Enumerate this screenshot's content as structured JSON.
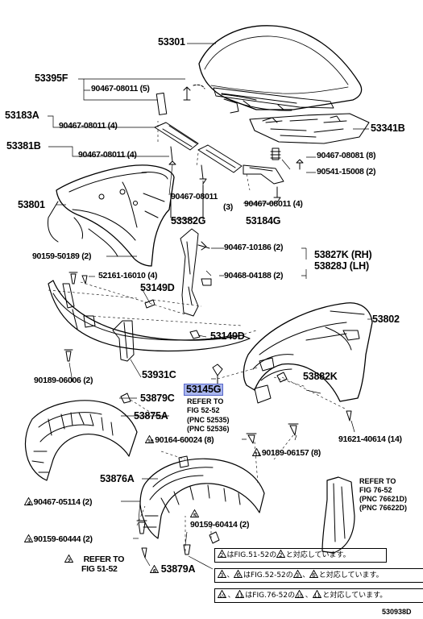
{
  "diagram_id": "530938D",
  "labels": {
    "p53301": "53301",
    "p53395f": "53395F",
    "p53183a": "53183A",
    "p53381b": "53381B",
    "p53801": "53801",
    "p53341b": "53341B",
    "p53382g": "53382G",
    "p53184g": "53184G",
    "p53149d_a": "53149D",
    "p53149d_b": "53149D",
    "p53827k": "53827K (RH)",
    "p53828j": "53828J (LH)",
    "p53802": "53802",
    "p53882k": "53882K",
    "p53931c": "53931C",
    "p53145g": "53145G",
    "p53879c": "53879C",
    "p53875a": "53875A",
    "p53876a": "53876A",
    "p53879a": "53879A"
  },
  "fasteners": {
    "f1": "90467-08011 (5)",
    "f2": "90467-08011 (4)",
    "f3": "90467-08011 (4)",
    "f4": "90467-08081 (8)",
    "f5": "90541-15008 (2)",
    "f6a": "90467-08011",
    "f6b": "(3)",
    "f7": "90467-08011 (4)",
    "f8": "90467-10186 (2)",
    "f9": "90468-04188 (2)",
    "f10": "90159-50189 (2)",
    "f11": "52161-16010 (4)",
    "f12": "90189-06006 (2)",
    "f13": "90164-60024 (8)",
    "f14": "90189-06157 (8)",
    "f15": "91621-40614 (14)",
    "f16": "90467-05114 (2)",
    "f17": "90159-60414 (2)",
    "f18": "90159-60444 (2)"
  },
  "marks": {
    "m10": "10",
    "m11": "11",
    "m4": "4",
    "m3": "3",
    "m5": "5",
    "m6": "6",
    "m2": "2"
  },
  "refs": {
    "r1a": "REFER TO",
    "r1b": "FIG 52-52",
    "r1c": "(PNC 52535)",
    "r1d": "(PNC 52536)",
    "r2a": "REFER TO",
    "r2b": "FIG 76-52",
    "r2c": "(PNC 76621D)",
    "r2d": "(PNC 76622D)",
    "r3a": "REFER TO",
    "r3b": "FIG 51-52"
  },
  "notes": {
    "n1a": "2",
    "n1b": "はFIG.51-52の",
    "n1c": "2",
    "n1d": "と対応しています。",
    "n2a": "3",
    "n2b": "6",
    "n2c": "はFIG.52-52の",
    "n2d": "3",
    "n2e": "6",
    "n2f": "と対応しています。",
    "n3a": "10",
    "n3b": "11",
    "n3c": "はFIG.76-52の",
    "n3d": "10",
    "n3e": "11",
    "n3f": "と対応しています。",
    "sep": "、"
  }
}
